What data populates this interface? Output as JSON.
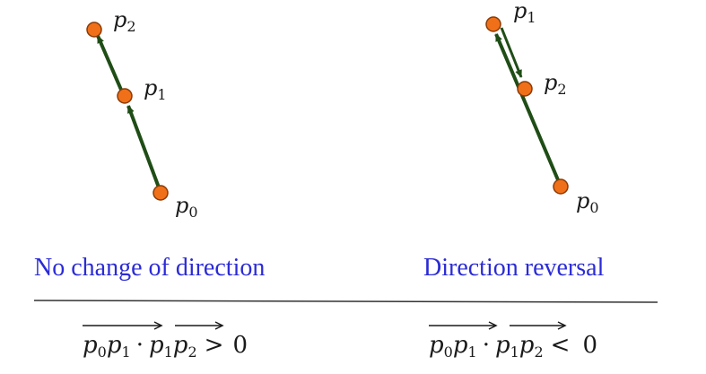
{
  "colors": {
    "point_fill": "#f07019",
    "point_stroke": "#8a3a06",
    "arrow": "#1f4d16",
    "caption": "#2b2bd6",
    "divider": "#333333",
    "text": "#1a1a1a"
  },
  "left_panel": {
    "caption": "No change of direction",
    "points": [
      {
        "name": "p",
        "sub": "0"
      },
      {
        "name": "p",
        "sub": "1"
      },
      {
        "name": "p",
        "sub": "2"
      }
    ],
    "formula": {
      "vec_a": {
        "p1": "p",
        "s1": "0",
        "p2": "p",
        "s2": "1"
      },
      "dot": "·",
      "vec_b": {
        "p1": "p",
        "s1": "1",
        "p2": "p",
        "s2": "2"
      },
      "relation": ">",
      "value": "0"
    }
  },
  "right_panel": {
    "caption": "Direction reversal",
    "points": [
      {
        "name": "p",
        "sub": "0"
      },
      {
        "name": "p",
        "sub": "1"
      },
      {
        "name": "p",
        "sub": "2"
      }
    ],
    "formula": {
      "vec_a": {
        "p1": "p",
        "s1": "0",
        "p2": "p",
        "s2": "1"
      },
      "dot": "·",
      "vec_b": {
        "p1": "p",
        "s1": "1",
        "p2": "p",
        "s2": "2"
      },
      "relation": "<",
      "value": "0"
    }
  }
}
